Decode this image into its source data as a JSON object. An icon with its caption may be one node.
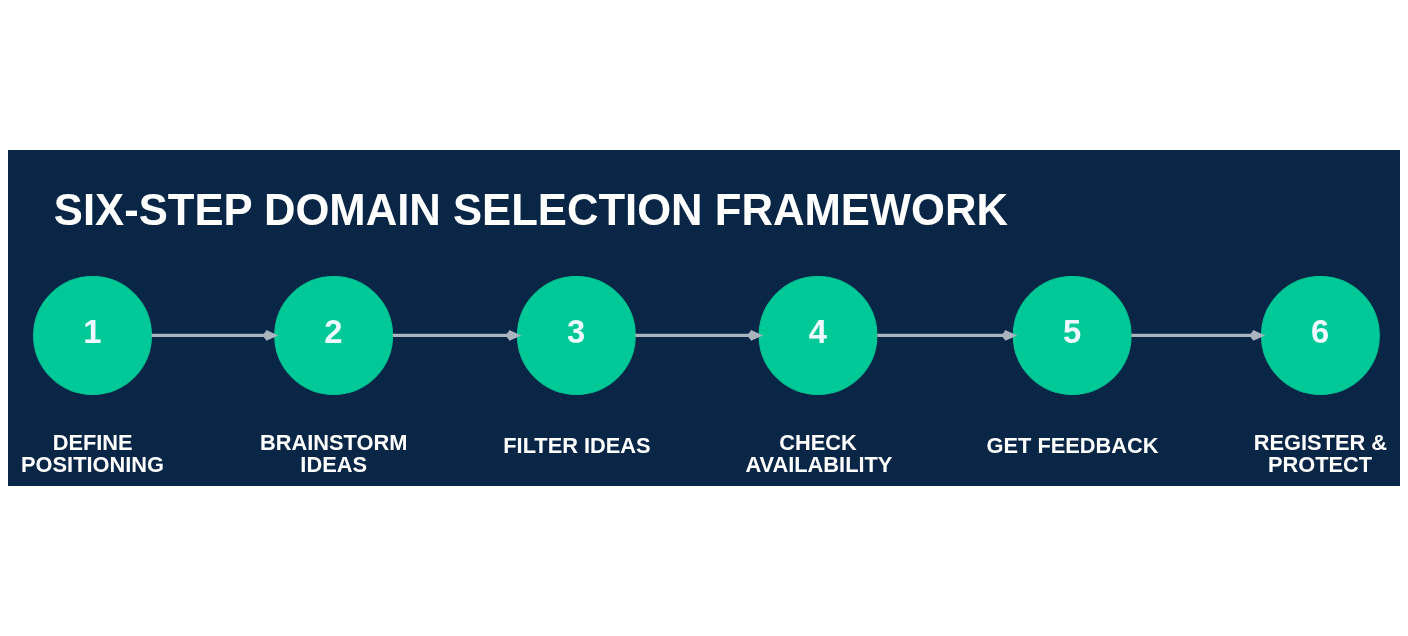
{
  "diagram": {
    "title": "SIX-STEP DOMAIN SELECTION FRAMEWORK",
    "nodes": [
      {
        "text": [
          "1"
        ],
        "beside": [
          "DEFINE POSITIONING"
        ]
      },
      {
        "text": [
          "2"
        ],
        "beside": [
          "BRAINSTORM IDEAS"
        ]
      },
      {
        "text": [
          "3"
        ],
        "beside": [
          "FILTER IDEAS"
        ]
      },
      {
        "text": [
          "4"
        ],
        "beside": [
          "CHECK AVAILABILITY"
        ]
      },
      {
        "text": [
          "5"
        ],
        "beside": [
          "GET FEEDBACK"
        ]
      },
      {
        "text": [
          "6"
        ],
        "beside": [
          "REGISTER & PROTECT"
        ]
      }
    ],
    "edges": [
      {
        "from": 0,
        "to": 1,
        "arrow": "to"
      },
      {
        "from": 1,
        "to": 2,
        "arrow": "to"
      },
      {
        "from": 2,
        "to": 3,
        "arrow": "to"
      },
      {
        "from": 3,
        "to": 4,
        "arrow": "to"
      },
      {
        "from": 4,
        "to": 5,
        "arrow": "to"
      }
    ]
  }
}
